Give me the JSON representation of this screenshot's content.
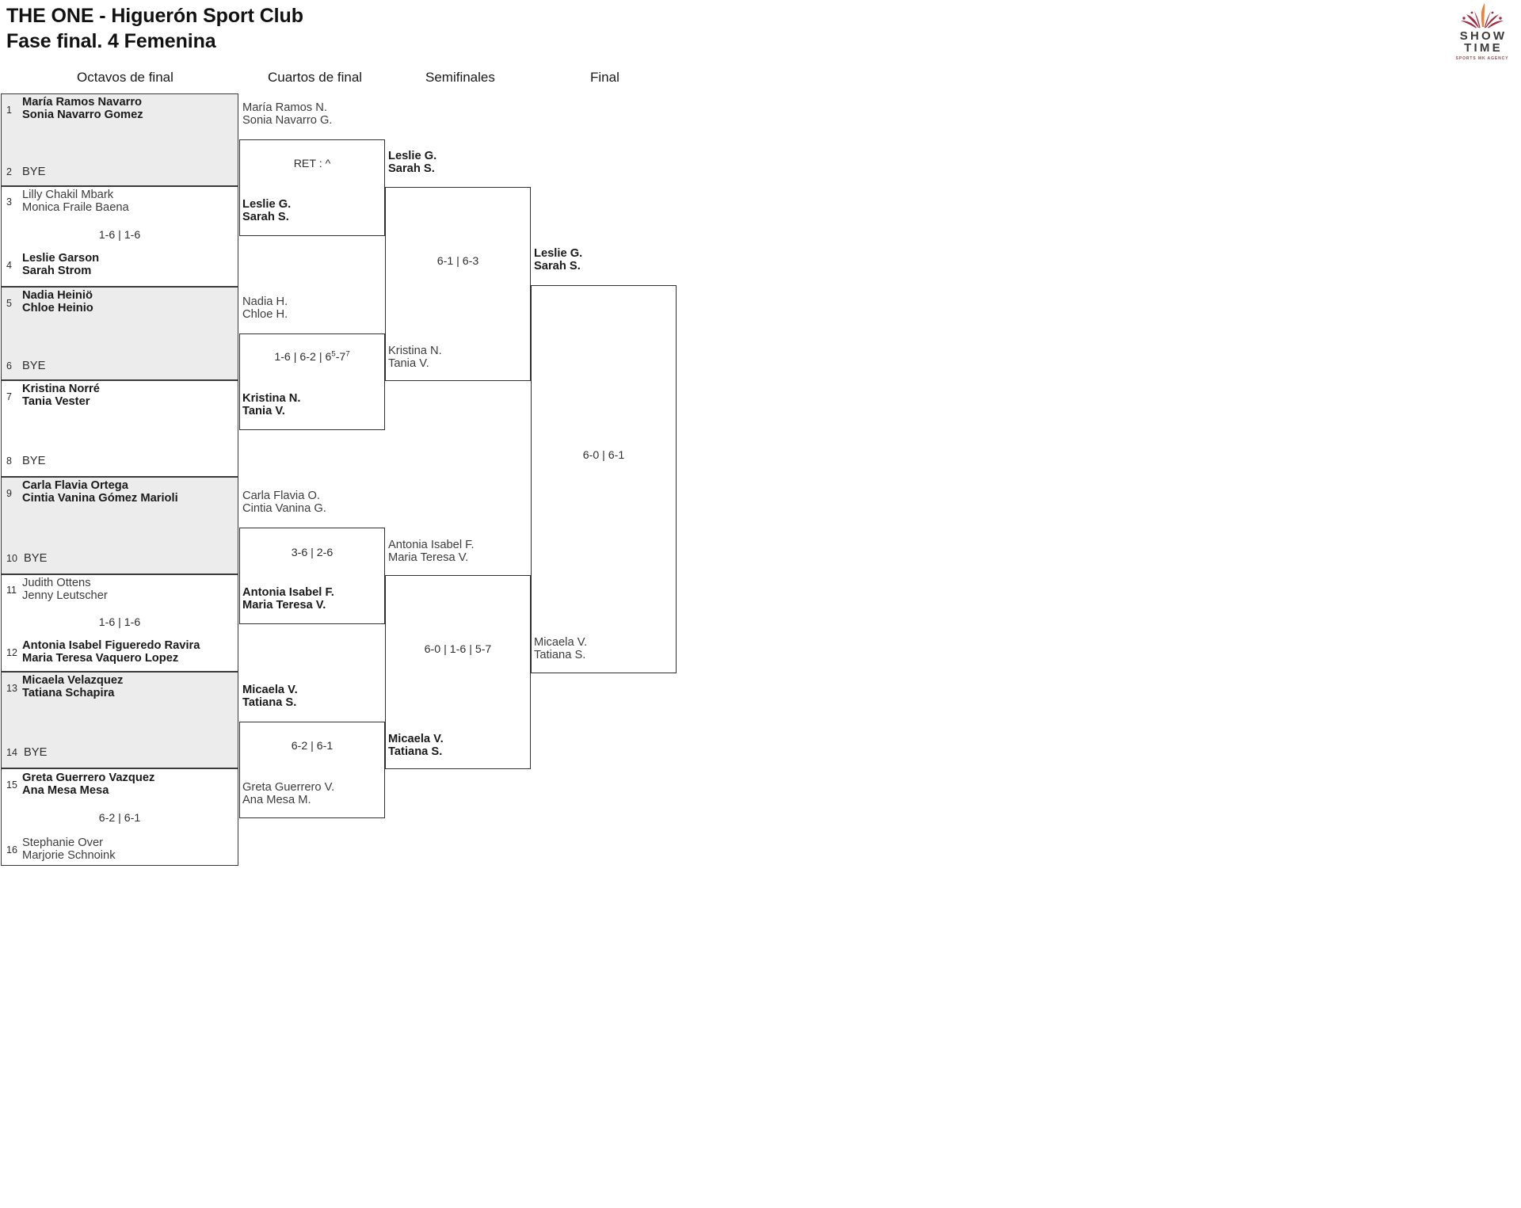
{
  "header": {
    "title_line1": "THE ONE - Higuerón Sport Club",
    "title_line2": "Fase final. 4 Femenina"
  },
  "logo": {
    "word1": "SHOW",
    "word2": "TIME",
    "subtitle": "SPORTS MK AGENCY",
    "colors": {
      "burst_orange": "#e8833a",
      "burst_red": "#a32a3f",
      "word": "#3b3b3b",
      "sub": "#9a4b4b"
    }
  },
  "rounds": [
    {
      "label": "Octavos de final"
    },
    {
      "label": "Cuartos de final"
    },
    {
      "label": "Semifinales"
    },
    {
      "label": "Final"
    }
  ],
  "round1": {
    "slots": [
      {
        "seed": "1",
        "line1": "María Ramos Navarro",
        "line2": "Sonia Navarro Gomez",
        "bye": "",
        "winner": true
      },
      {
        "seed": "2",
        "line1": "",
        "line2": "",
        "bye": "BYE",
        "winner": false
      },
      {
        "seed": "3",
        "line1": "Lilly Chakil Mbark",
        "line2": "Monica Fraile Baena",
        "bye": "",
        "winner": false
      },
      {
        "seed": "4",
        "line1": "Leslie Garson",
        "line2": "Sarah Strom",
        "bye": "",
        "winner": true
      },
      {
        "seed": "5",
        "line1": "Nadia Heiniö",
        "line2": "Chloe Heinio",
        "bye": "",
        "winner": true
      },
      {
        "seed": "6",
        "line1": "",
        "line2": "",
        "bye": "BYE",
        "winner": false
      },
      {
        "seed": "7",
        "line1": "Kristina Norré",
        "line2": "Tania Vester",
        "bye": "",
        "winner": true
      },
      {
        "seed": "8",
        "line1": "",
        "line2": "",
        "bye": "BYE",
        "winner": false
      },
      {
        "seed": "9",
        "line1": "Carla Flavia Ortega",
        "line2": "Cintia Vanina Gómez Marioli",
        "bye": "",
        "winner": true
      },
      {
        "seed": "10",
        "line1": "",
        "line2": "",
        "bye": "BYE",
        "winner": false
      },
      {
        "seed": "11",
        "line1": "Judith Ottens",
        "line2": "Jenny Leutscher",
        "bye": "",
        "winner": false
      },
      {
        "seed": "12",
        "line1": "Antonia Isabel Figueredo Ravira",
        "line2": "Maria Teresa Vaquero Lopez",
        "bye": "",
        "winner": true
      },
      {
        "seed": "13",
        "line1": "Micaela Velazquez",
        "line2": "Tatiana Schapira",
        "bye": "",
        "winner": true
      },
      {
        "seed": "14",
        "line1": "",
        "line2": "",
        "bye": "BYE",
        "winner": false
      },
      {
        "seed": "15",
        "line1": "Greta Guerrero Vazquez",
        "line2": "Ana Mesa Mesa",
        "bye": "",
        "winner": true
      },
      {
        "seed": "16",
        "line1": "Stephanie Over",
        "line2": "Marjorie Schnoink",
        "bye": "",
        "winner": false
      }
    ],
    "scores": [
      {
        "text": ""
      },
      {
        "text": "1-6 | 1-6"
      },
      {
        "text": ""
      },
      {
        "text": ""
      },
      {
        "text": ""
      },
      {
        "text": "1-6 | 1-6"
      },
      {
        "text": ""
      },
      {
        "text": "6-2 | 6-1"
      }
    ]
  },
  "round2": {
    "matches": [
      {
        "top": {
          "line1": "María Ramos N.",
          "line2": "Sonia Navarro G.",
          "winner": false
        },
        "bottom": {
          "line1": "Leslie G.",
          "line2": "Sarah S.",
          "winner": true
        },
        "score": "RET : ^",
        "score_sup": ""
      },
      {
        "top": {
          "line1": "Nadia H.",
          "line2": "Chloe H.",
          "winner": false
        },
        "bottom": {
          "line1": "Kristina N.",
          "line2": "Tania V.",
          "winner": true
        },
        "score": "1-6 | 6-2 | 6",
        "score_sup": "5",
        "score_mid": "-7",
        "score_sup2": "7"
      },
      {
        "top": {
          "line1": "Carla Flavia O.",
          "line2": "Cintia Vanina G.",
          "winner": false
        },
        "bottom": {
          "line1": "Antonia Isabel F.",
          "line2": "Maria Teresa V.",
          "winner": true
        },
        "score": "3-6 | 2-6",
        "score_sup": ""
      },
      {
        "top": {
          "line1": "Micaela V.",
          "line2": "Tatiana S.",
          "winner": true
        },
        "bottom": {
          "line1": "Greta Guerrero V.",
          "line2": "Ana Mesa M.",
          "winner": false
        },
        "score": "6-2 | 6-1",
        "score_sup": ""
      }
    ]
  },
  "round3": {
    "matches": [
      {
        "top": {
          "line1": "Leslie G.",
          "line2": "Sarah S.",
          "winner": true
        },
        "bottom": {
          "line1": "Kristina N.",
          "line2": "Tania V.",
          "winner": false
        },
        "score": "6-1 | 6-3"
      },
      {
        "top": {
          "line1": "Antonia Isabel F.",
          "line2": "Maria Teresa V.",
          "winner": false
        },
        "bottom": {
          "line1": "Micaela V.",
          "line2": "Tatiana S.",
          "winner": true
        },
        "score": "6-0 | 1-6 | 5-7"
      }
    ]
  },
  "round4": {
    "matches": [
      {
        "top": {
          "line1": "Leslie G.",
          "line2": "Sarah S.",
          "winner": true
        },
        "bottom": {
          "line1": "Micaela V.",
          "line2": "Tatiana S.",
          "winner": false
        },
        "score": "6-0 | 6-1"
      }
    ]
  }
}
